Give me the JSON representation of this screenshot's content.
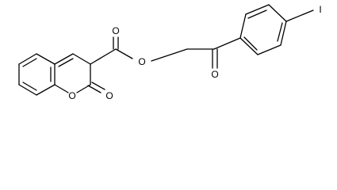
{
  "molecule": {
    "atom_labels": {
      "iodine": "I",
      "ester_carbonyl_oxygen": "O",
      "ester_bridge_oxygen": "O",
      "ketone_oxygen": "O",
      "ring_oxygen": "O",
      "lactone_carbonyl_oxygen": "O"
    }
  },
  "colors": {
    "bond": "#000000",
    "label": "#000000",
    "background": "#ffffff"
  }
}
